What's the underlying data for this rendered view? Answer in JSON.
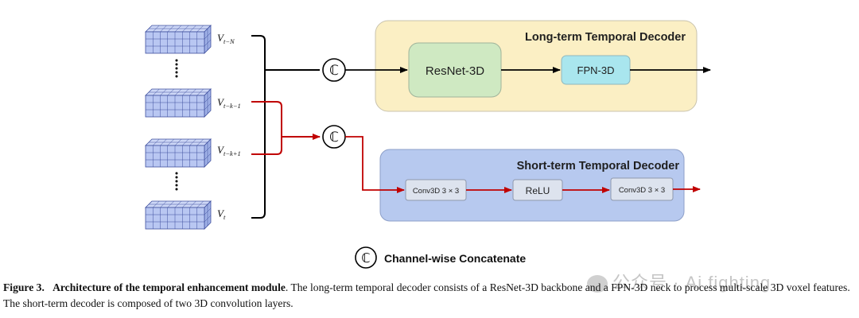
{
  "diagram": {
    "long_term_decoder": {
      "title": "Long-term Temporal Decoder",
      "block1": "ResNet-3D",
      "block2": "FPN-3D",
      "panel_color": "#fbefc4",
      "block1_color": "#cfe9c2",
      "block2_color": "#a9e6ee"
    },
    "short_term_decoder": {
      "title": "Short-term Temporal Decoder",
      "block1": "Conv3D 3 × 3",
      "block2": "ReLU",
      "block3": "Conv3D 3 × 3",
      "panel_color": "#b7c9ef"
    },
    "inputs": {
      "v_t_minus_n_base": "V",
      "v_t_minus_n_sub": "t−N",
      "v_t_minus_k_minus_1_base": "V",
      "v_t_minus_k_minus_1_sub": "t−k−1",
      "v_t_minus_k_plus_1_base": "V",
      "v_t_minus_k_plus_1_sub": "t−k+1",
      "v_t_base": "V",
      "v_t_sub": "t"
    },
    "concat_symbol": "ℂ",
    "legend_label": "Channel-wise Concatenate",
    "long_path_color": "#000000",
    "short_path_color": "#c00000",
    "voxel_color": "#b9c7f2"
  },
  "caption": {
    "figure_label": "Figure 3.",
    "bold_title": "Architecture of the temporal enhancement module",
    "text": ". The long-term temporal decoder consists of a ResNet-3D backbone and a FPN-3D neck to process multi-scale 3D voxel features. The short-term decoder is composed of two 3D convolution layers."
  },
  "watermark": {
    "text": "公众号 · Ai fighting"
  }
}
